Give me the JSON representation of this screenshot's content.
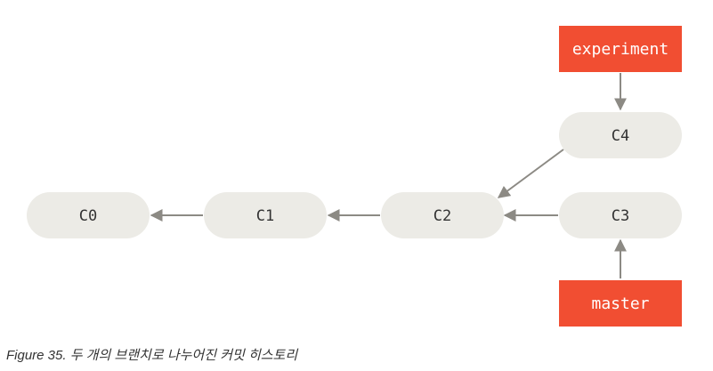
{
  "commits": [
    {
      "id": "c0",
      "label": "C0"
    },
    {
      "id": "c1",
      "label": "C1"
    },
    {
      "id": "c2",
      "label": "C2"
    },
    {
      "id": "c3",
      "label": "C3"
    },
    {
      "id": "c4",
      "label": "C4"
    }
  ],
  "branches": [
    {
      "id": "experiment",
      "label": "experiment",
      "target": "C4"
    },
    {
      "id": "master",
      "label": "master",
      "target": "C3"
    }
  ],
  "edges": [
    {
      "from": "C1",
      "to": "C0"
    },
    {
      "from": "C2",
      "to": "C1"
    },
    {
      "from": "C3",
      "to": "C2"
    },
    {
      "from": "C4",
      "to": "C2"
    }
  ],
  "colors": {
    "commit_fill": "#ecebe6",
    "branch_fill": "#f14e32",
    "edge": "#8c8a84",
    "text": "#333333"
  },
  "caption": {
    "figure": "Figure 35.",
    "text": "두 개의 브랜치로 나누어진 커밋 히스토리"
  }
}
